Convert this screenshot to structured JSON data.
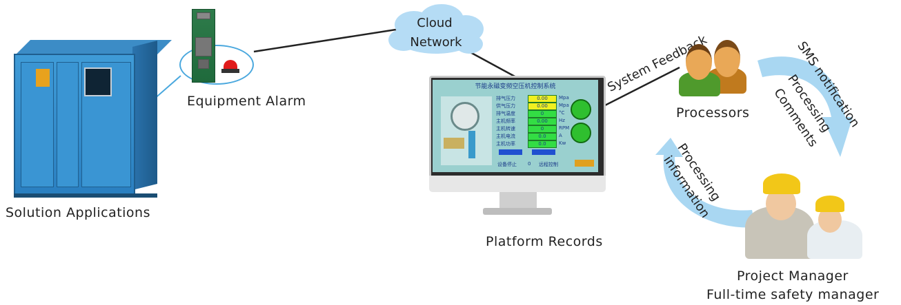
{
  "nodes": {
    "solution_applications": "Solution Applications",
    "equipment_alarm": "Equipment Alarm",
    "cloud_line1": "Cloud",
    "cloud_line2": "Network",
    "platform_records": "Platform Records",
    "processors": "Processors",
    "project_manager": "Project Manager",
    "safety_manager": "Full-time safety manager"
  },
  "edges": {
    "system_feedback": "System Feedback",
    "sms_notification": "SMS notification",
    "processing_comments_1": "Processing",
    "processing_comments_2": "Comments",
    "processing_info_1": "Processing",
    "processing_info_2": "information"
  },
  "screen": {
    "title": "节能永磁变频空压机控制系统",
    "rows": [
      {
        "label": "排气压力",
        "value": "0.00",
        "unit": "Mpa"
      },
      {
        "label": "供气压力",
        "value": "0.00",
        "unit": "Mpa"
      },
      {
        "label": "排气温度",
        "value": "0",
        "unit": "°C"
      },
      {
        "label": "主机频率",
        "value": "0.00",
        "unit": "Hz"
      },
      {
        "label": "主机转速",
        "value": "0",
        "unit": "RPM"
      },
      {
        "label": "主机电流",
        "value": "0.0",
        "unit": "A"
      },
      {
        "label": "主机功率",
        "value": "0.0",
        "unit": "Kw"
      }
    ],
    "status": "设备停止",
    "status_value": "0",
    "mode": "远程控制"
  },
  "colors": {
    "arrow": "#a9d7f2",
    "bubble": "#4aa8de",
    "cloud": "#b5dcf5",
    "compressor": "#2f86c8"
  }
}
